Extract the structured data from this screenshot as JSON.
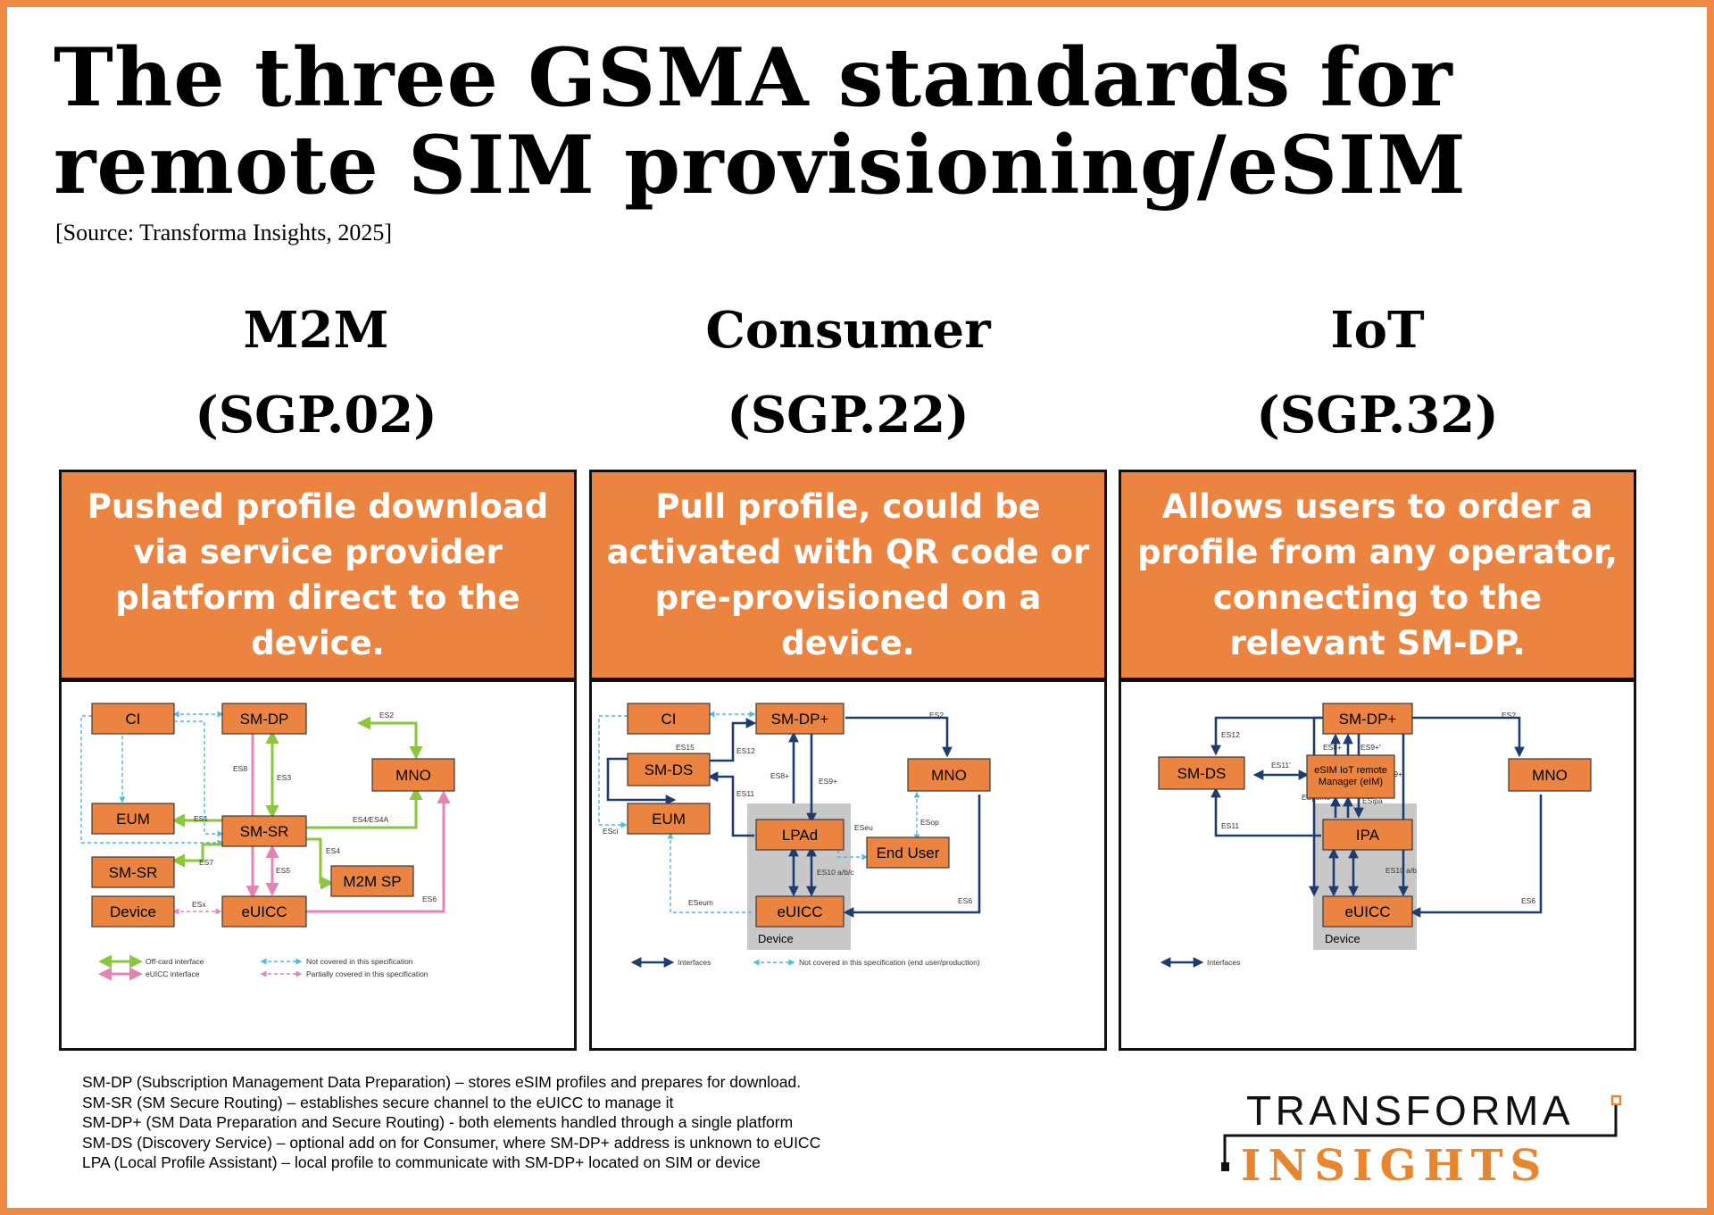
{
  "title_line1": "The three GSMA standards for",
  "title_line2": "remote SIM provisioning/eSIM",
  "source": "[Source: Transforma Insights, 2025]",
  "columns": [
    {
      "name": "M2M",
      "spec": "(SGP.02)",
      "description": "Pushed profile download via service provider platform direct to the device.",
      "diagram": {
        "boxes": {
          "ci": "CI",
          "smdp": "SM-DP",
          "mno": "MNO",
          "eum": "EUM",
          "smsr": "SM-SR",
          "smsr2": "SM-SR",
          "m2msp": "M2M SP",
          "device": "Device",
          "euicc": "eUICC"
        },
        "interfaces": [
          "ES2",
          "ES8",
          "ES3",
          "ES1",
          "ES4/ES4A",
          "ES4",
          "ES7",
          "ES5",
          "ESx",
          "ES6"
        ],
        "legend": [
          "Off-card interface",
          "eUICC interface",
          "Not covered in this specification",
          "Partially covered in this specification"
        ]
      }
    },
    {
      "name": "Consumer",
      "spec": "(SGP.22)",
      "description": "Pull profile, could be activated with QR code or pre-provisioned on a device.",
      "diagram": {
        "boxes": {
          "ci": "CI",
          "smdp": "SM-DP+",
          "smds": "SM-DS",
          "mno": "MNO",
          "eum": "EUM",
          "lpad": "LPAd",
          "enduser": "End User",
          "euicc": "eUICC",
          "device": "Device"
        },
        "interfaces": [
          "ES2",
          "ES15",
          "ES12",
          "ES8+",
          "ES9+",
          "ES11",
          "ESci",
          "ESeu",
          "ESop",
          "ES10 a/b/c",
          "ESeum",
          "ES6"
        ],
        "legend": [
          "Interfaces",
          "Not covered in this specification (end user/production)"
        ]
      }
    },
    {
      "name": "IoT",
      "spec": "(SGP.32)",
      "description": "Allows users to order a profile from any operator, connecting to the relevant SM-DP.",
      "diagram": {
        "boxes": {
          "smdp": "SM-DP+",
          "smds": "SM-DS",
          "eim": "eSIM IoT remote Manager (eIM)",
          "mno": "MNO",
          "ipa": "IPA",
          "euicc": "eUICC",
          "device": "Device"
        },
        "interfaces": [
          "ES2",
          "ES12",
          "ES8+",
          "ES9+'",
          "ES11'",
          "ES9+",
          "ESpsmo",
          "ESipa",
          "ES11",
          "ES10 a/b",
          "ES6"
        ],
        "legend": [
          "Interfaces"
        ]
      }
    }
  ],
  "definitions": [
    "SM-DP (Subscription Management Data Preparation) – stores eSIM profiles and prepares for download.",
    "SM-SR (SM Secure Routing) – establishes secure channel to the eUICC to manage it",
    "SM-DP+ (SM Data Preparation and Secure Routing) - both elements handled through a single platform",
    "SM-DS (Discovery Service) – optional add on for Consumer, where SM-DP+ address is unknown to eUICC",
    "LPA (Local Profile Assistant) – local profile to communicate with SM-DP+ located on SIM or device"
  ],
  "logo": {
    "line1": "TRANSFORMA",
    "line2": "INSIGHTS"
  },
  "colors": {
    "frame": "#ec8a44",
    "orange_box": "#ec8441",
    "green_link": "#8cc63f",
    "pink_link": "#e483b6",
    "cyan_link": "#4fb9df",
    "navy_link": "#1f3c6e",
    "device_bg": "#c8c8c8",
    "logo_orange": "#e8852f"
  }
}
